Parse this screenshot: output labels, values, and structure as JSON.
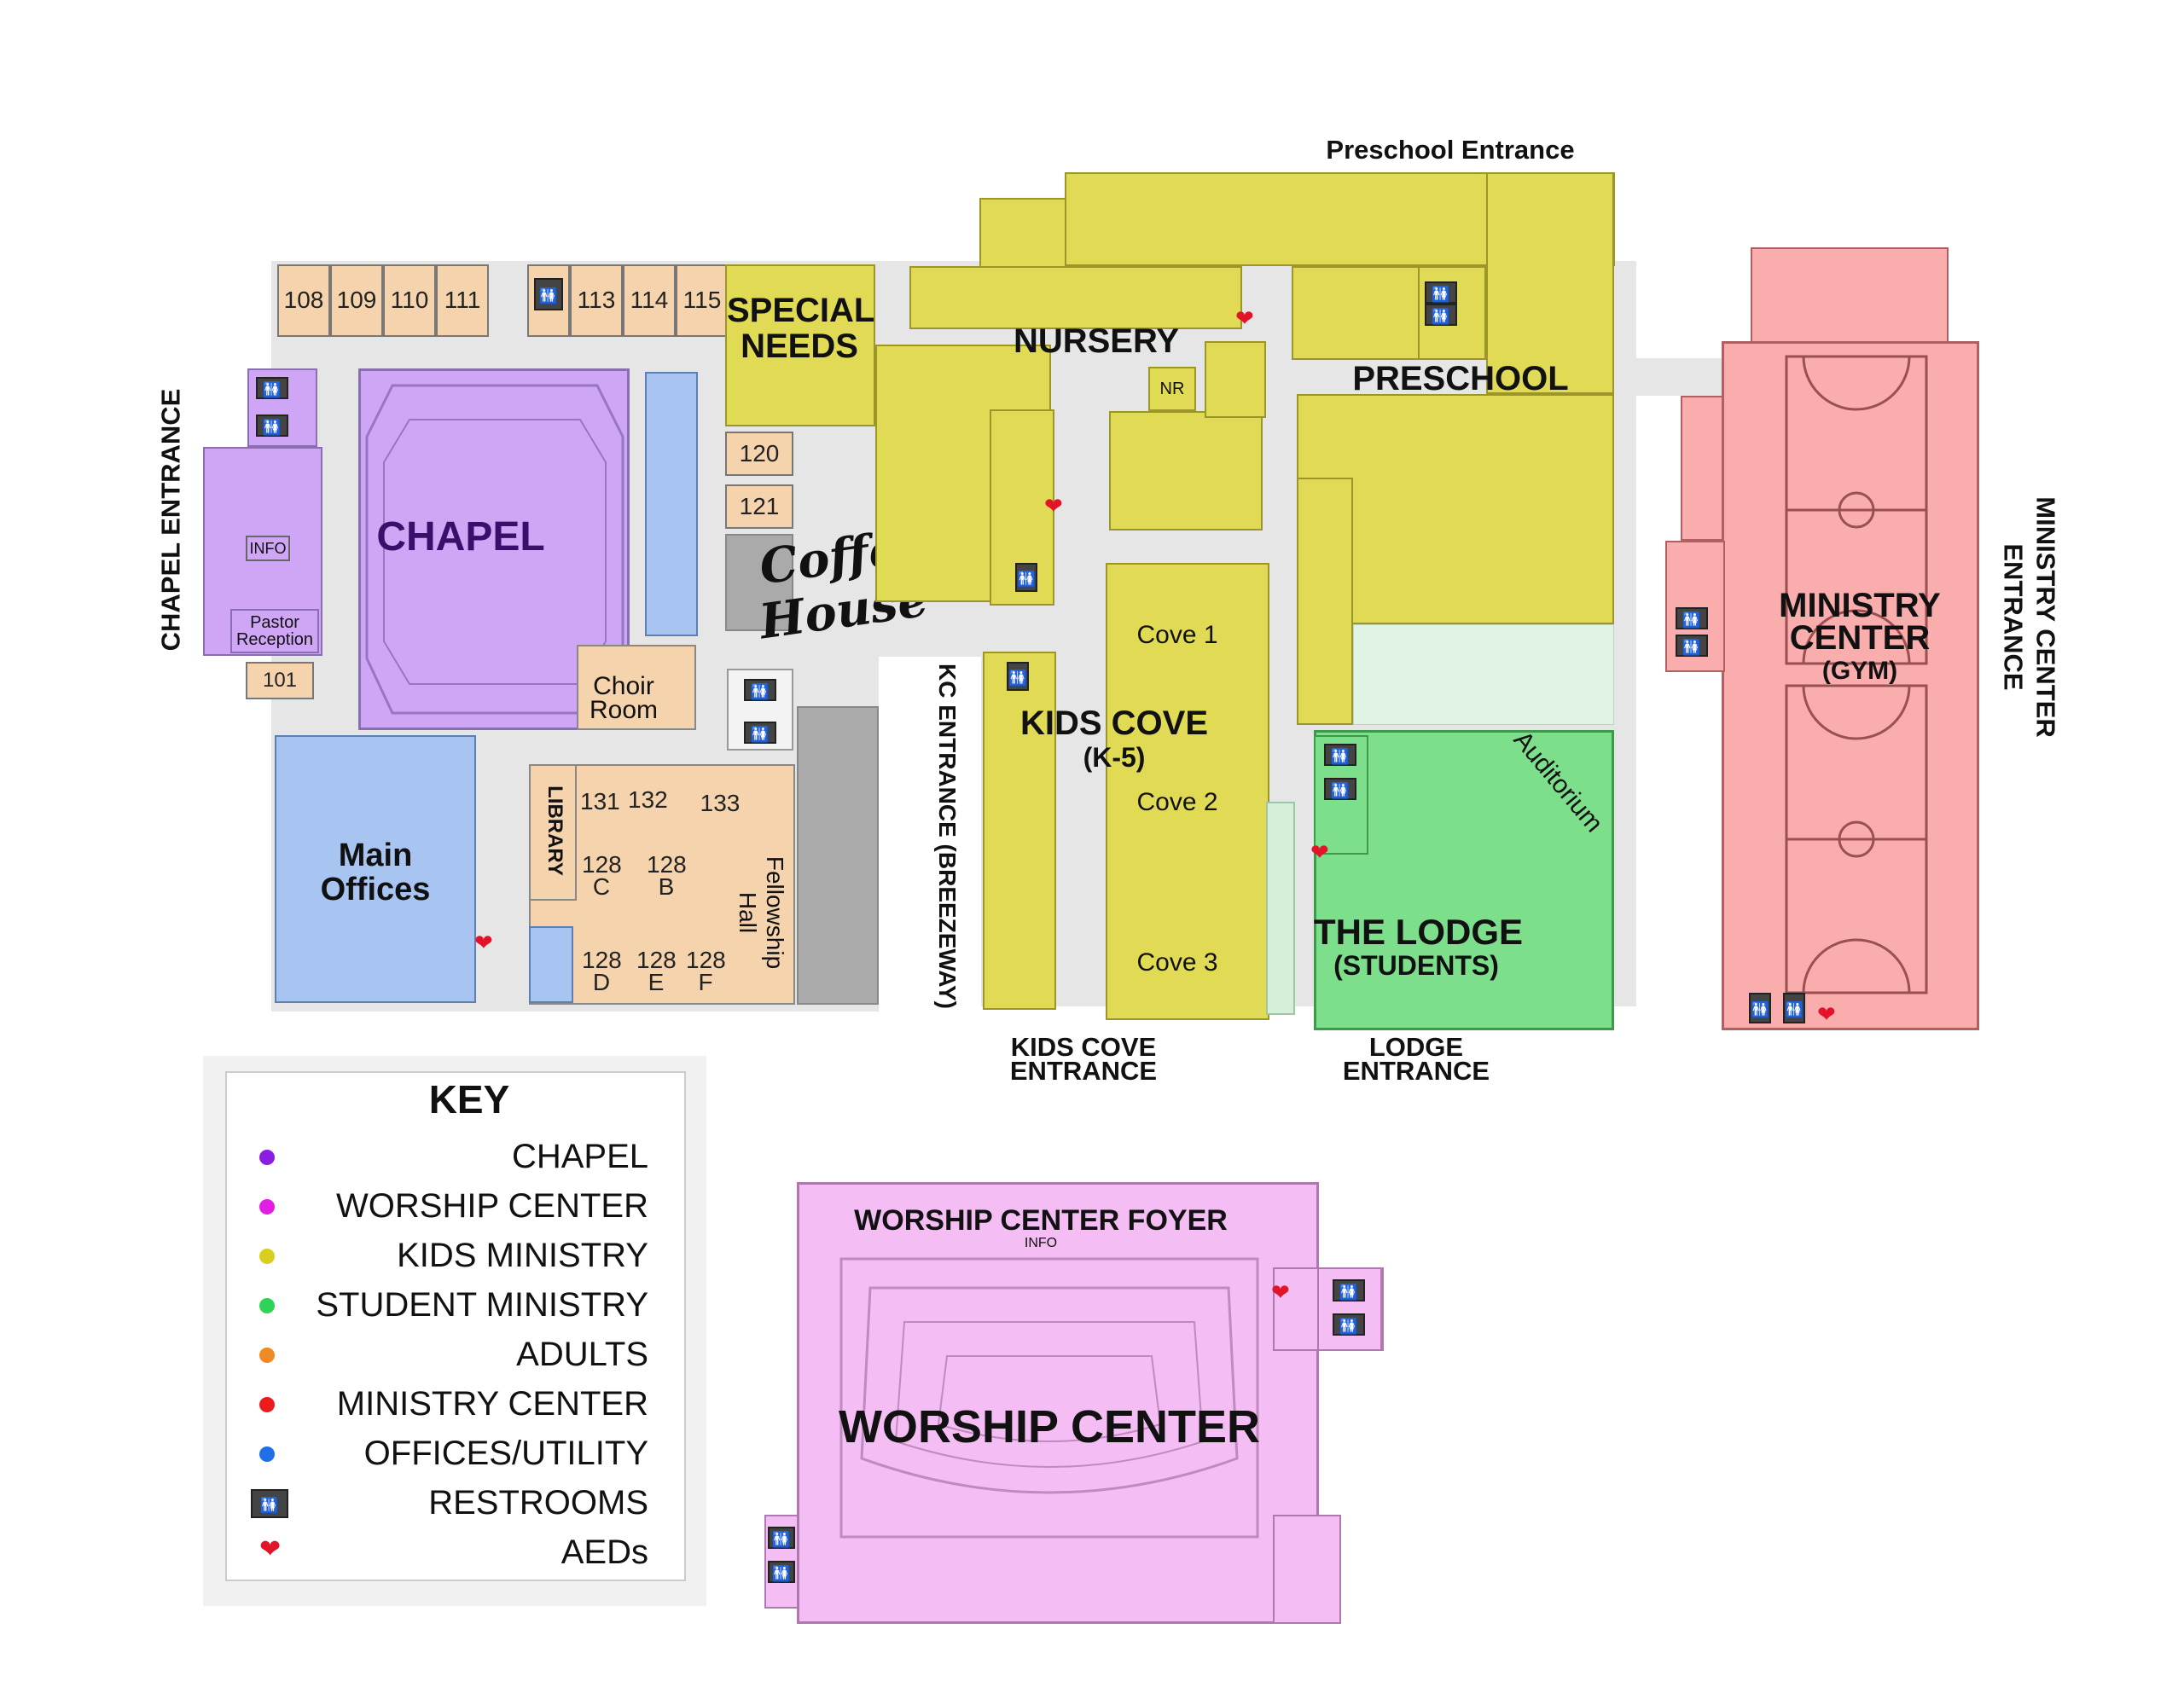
{
  "colors": {
    "chapel": "#cfa6f5",
    "chapel_core": "#b88fe8",
    "worship": "#f4bdf4",
    "kids": "#e1da54",
    "student": "#7ddf8c",
    "adults": "#f5d3ad",
    "ministry": "#f9adad",
    "offices": "#a7c5f0",
    "utility": "#aaaaaa",
    "corridor": "#e3e3e3",
    "lightgreen": "#e1f3e4",
    "aed": "#e3142a"
  },
  "entrances": {
    "preschool": "Preschool Entrance",
    "chapel": "CHAPEL ENTRANCE",
    "ministry_center": "MINISTRY CENTER ENTRANCE",
    "ministry_center_line1": "MINISTRY CENTER",
    "ministry_center_line2": "ENTRANCE",
    "kc": "KC ENTRANCE (BREEZEWAY)",
    "kids_cove_line1": "KIDS COVE",
    "kids_cove_line2": "ENTRANCE",
    "lodge_line1": "LODGE",
    "lodge_line2": "ENTRANCE"
  },
  "areas": {
    "chapel": "CHAPEL",
    "special_needs_line1": "SPECIAL",
    "special_needs_line2": "NEEDS",
    "nursery": "NURSERY",
    "nr": "NR",
    "preschool": "PRESCHOOL",
    "ministry_center_line1": "MINISTRY",
    "ministry_center_line2": "CENTER",
    "ministry_center_sub": "(GYM)",
    "coffee_line1": "Coffee",
    "coffee_line2": "House",
    "kids_cove": "KIDS COVE",
    "kids_cove_sub": "(K-5)",
    "cove1": "Cove 1",
    "cove2": "Cove 2",
    "cove3": "Cove 3",
    "the_lodge": "THE LODGE",
    "the_lodge_sub": "(STUDENTS)",
    "auditorium": "Auditorium",
    "main_offices_line1": "Main",
    "main_offices_line2": "Offices",
    "library": "LIBRARY",
    "fellowship_line1": "Fellowship",
    "fellowship_line2": "Hall",
    "choir_line1": "Choir",
    "choir_line2": "Room",
    "info": "INFO",
    "pastor_line1": "Pastor",
    "pastor_line2": "Reception",
    "worship_foyer": "WORSHIP CENTER FOYER",
    "worship_info": "INFO",
    "worship_center": "WORSHIP CENTER"
  },
  "rooms": {
    "r108": "108",
    "r109": "109",
    "r110": "110",
    "r111": "111",
    "r113": "113",
    "r114": "114",
    "r115": "115",
    "r120": "120",
    "r121": "121",
    "r101": "101",
    "r131": "131",
    "r132": "132",
    "r133": "133",
    "r128c_a": "128",
    "r128c_b": "C",
    "r128b_a": "128",
    "r128b_b": "B",
    "r128d_a": "128",
    "r128d_b": "D",
    "r128e_a": "128",
    "r128e_b": "E",
    "r128f_a": "128",
    "r128f_b": "F"
  },
  "key": {
    "title": "KEY",
    "items": [
      {
        "label": "CHAPEL",
        "color": "#8a1ee0"
      },
      {
        "label": "WORSHIP CENTER",
        "color": "#e21ee6"
      },
      {
        "label": "KIDS MINISTRY",
        "color": "#d9cf1d"
      },
      {
        "label": "STUDENT MINISTRY",
        "color": "#2ed457"
      },
      {
        "label": "ADULTS",
        "color": "#f08a24"
      },
      {
        "label": "MINISTRY CENTER",
        "color": "#ec1c1c"
      },
      {
        "label": "OFFICES/UTILITY",
        "color": "#1f6fe8"
      },
      {
        "label": "RESTROOMS",
        "icon": "restroom-icon"
      },
      {
        "label": "AEDs",
        "icon": "aed-heart-icon"
      }
    ]
  }
}
